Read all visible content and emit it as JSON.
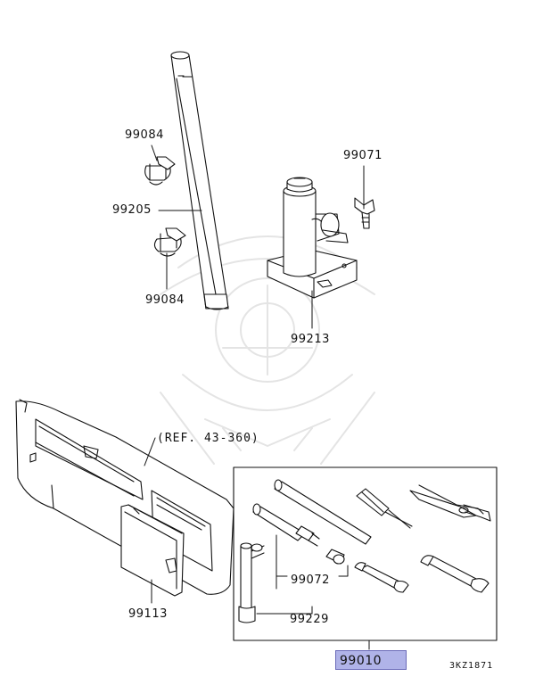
{
  "labels": {
    "p99084_top": "99084",
    "p99205": "99205",
    "p99084_bottom": "99084",
    "p99071": "99071",
    "p99213": "99213",
    "ref": "(REF. 43-360)",
    "p99113": "99113",
    "p99072": "99072",
    "p99229": "99229",
    "p99010": "99010",
    "diagram_code": "3KZ1871"
  },
  "colors": {
    "line": "#111111",
    "highlight": "#b0b3e8",
    "watermark": "#e6e6e6"
  }
}
